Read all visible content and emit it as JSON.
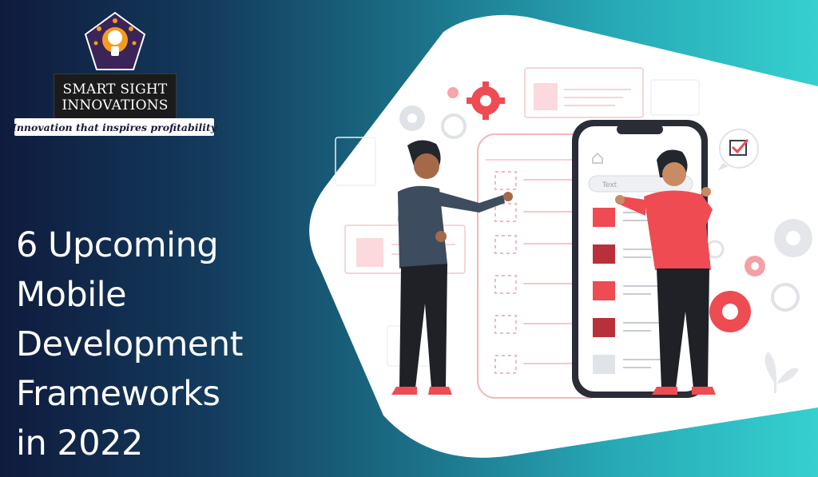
{
  "brand": {
    "name_line1": "SMART SIGHT",
    "name_line2": "INNOVATIONS",
    "tagline": "Innovation that inspires profitability"
  },
  "headline": {
    "lines": [
      "6 Upcoming",
      "Mobile",
      "Development",
      "Frameworks",
      "in 2022"
    ]
  },
  "illustration": {
    "search_placeholder": "Text"
  },
  "colors": {
    "accent_red": "#ee4b53",
    "dark_red": "#b8313a",
    "logo_orange": "#f39c1f",
    "logo_purple": "#3b2458",
    "background_start": "#0f1b3d",
    "background_end": "#36d0cf"
  }
}
